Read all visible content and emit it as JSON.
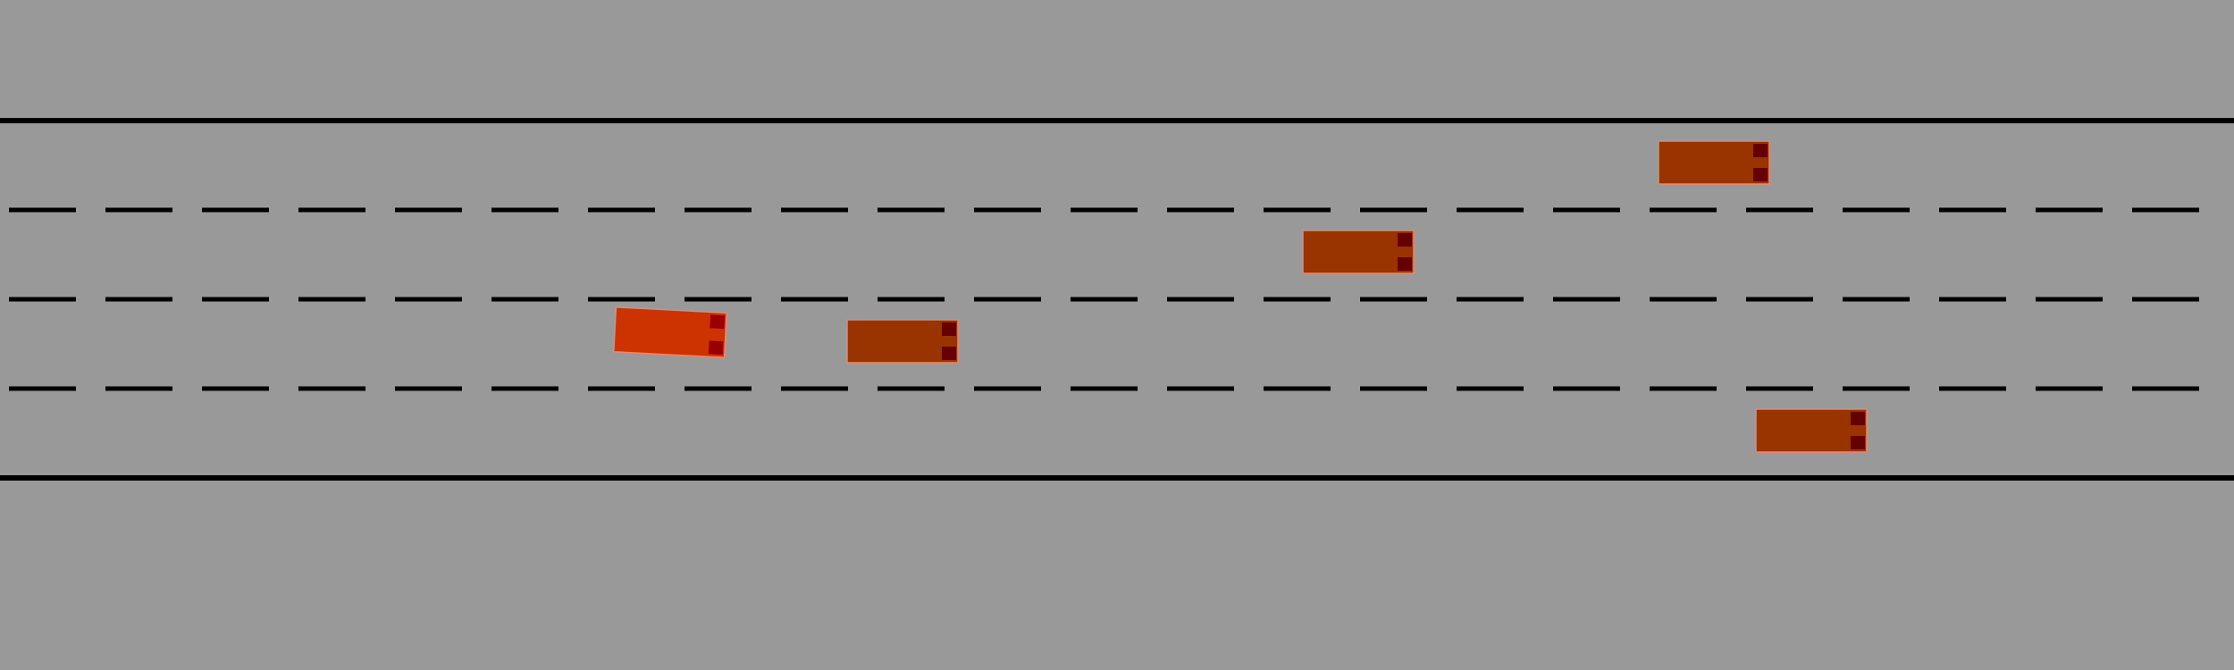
{
  "scene": {
    "type": "highway-driving-simulation",
    "view": "top-down",
    "lane_count": 4,
    "colors": {
      "background": "#999999",
      "road_edge": "#000000",
      "lane_marking": "#000000",
      "ego_vehicle_body": "#cc3300",
      "ego_vehicle_light": "#990000",
      "other_vehicle_body": "#993300",
      "other_vehicle_light": "#660000",
      "vehicle_outline": "#e08a70"
    }
  },
  "vehicles": [
    {
      "id": "ego",
      "role": "ego",
      "lane": 3,
      "heading_deg": 3
    },
    {
      "id": "car-1",
      "role": "other",
      "lane": 3,
      "heading_deg": 0
    },
    {
      "id": "car-2",
      "role": "other",
      "lane": 2,
      "heading_deg": 0
    },
    {
      "id": "car-3",
      "role": "other",
      "lane": 1,
      "heading_deg": 0
    },
    {
      "id": "car-4",
      "role": "other",
      "lane": 4,
      "heading_deg": 0
    }
  ]
}
